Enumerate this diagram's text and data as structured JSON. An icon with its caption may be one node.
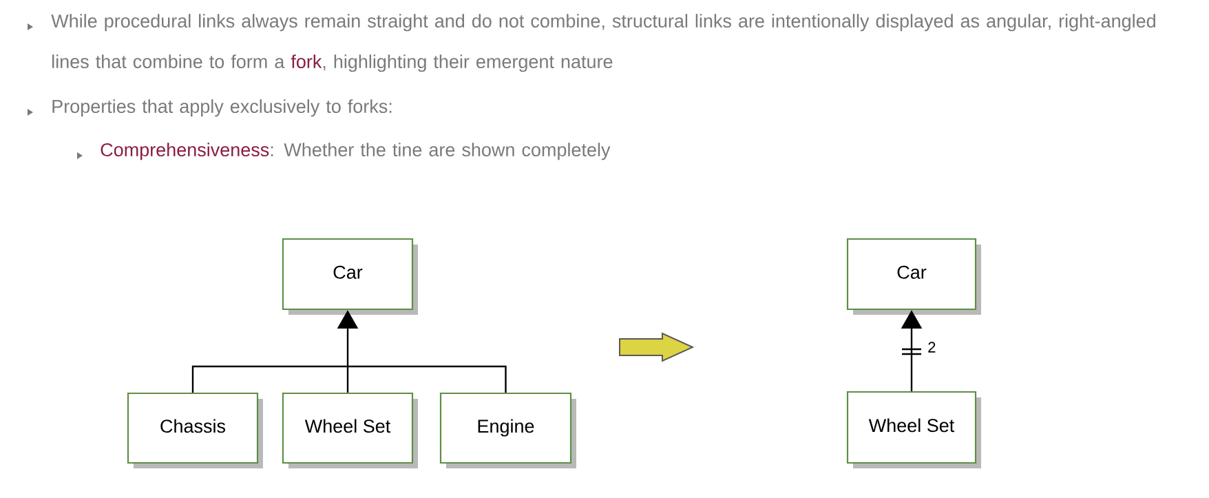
{
  "diagram": {
    "nodes": [
      {
        "text": [
          "Car"
        ]
      },
      {
        "text": [
          "Chassis"
        ]
      },
      {
        "text": [
          "Wheel Set"
        ]
      },
      {
        "text": [
          "Engine"
        ]
      },
      {
        "text": [
          "Car"
        ]
      },
      {
        "text": [
          "Wheel Set"
        ]
      }
    ],
    "edges": [
      {
        "from": 1,
        "to": 0,
        "arrow": "to"
      },
      {
        "from": 2,
        "to": 0,
        "arrow": "to"
      },
      {
        "from": 3,
        "to": 0,
        "arrow": "to"
      },
      {
        "from": 5,
        "to": 4,
        "arrow": "to",
        "label": "2"
      }
    ],
    "labels": [
      "While procedural links always remain straight and do not combine, structural links are intentionally displayed as angular, right-angled lines that combine to form a **fork**, highlighting their emergent nature",
      "Properties that apply exclusively to forks:",
      "**Comprehensiveness**: Whether the tine are shown completely"
    ]
  }
}
